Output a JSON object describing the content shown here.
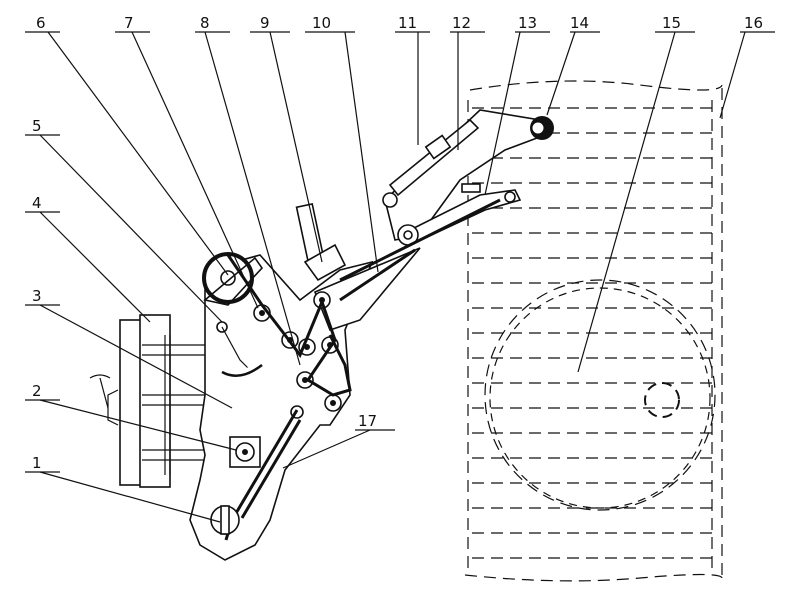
{
  "callouts": [
    {
      "label": "1"
    },
    {
      "label": "2"
    },
    {
      "label": "3"
    },
    {
      "label": "4"
    },
    {
      "label": "5"
    },
    {
      "label": "6"
    },
    {
      "label": "7"
    },
    {
      "label": "8"
    },
    {
      "label": "9"
    },
    {
      "label": "10"
    },
    {
      "label": "11"
    },
    {
      "label": "12"
    },
    {
      "label": "13"
    },
    {
      "label": "14"
    },
    {
      "label": "15"
    },
    {
      "label": "16"
    },
    {
      "label": "17"
    }
  ],
  "colors": {
    "ink": "#111111",
    "paper": "#ffffff"
  }
}
